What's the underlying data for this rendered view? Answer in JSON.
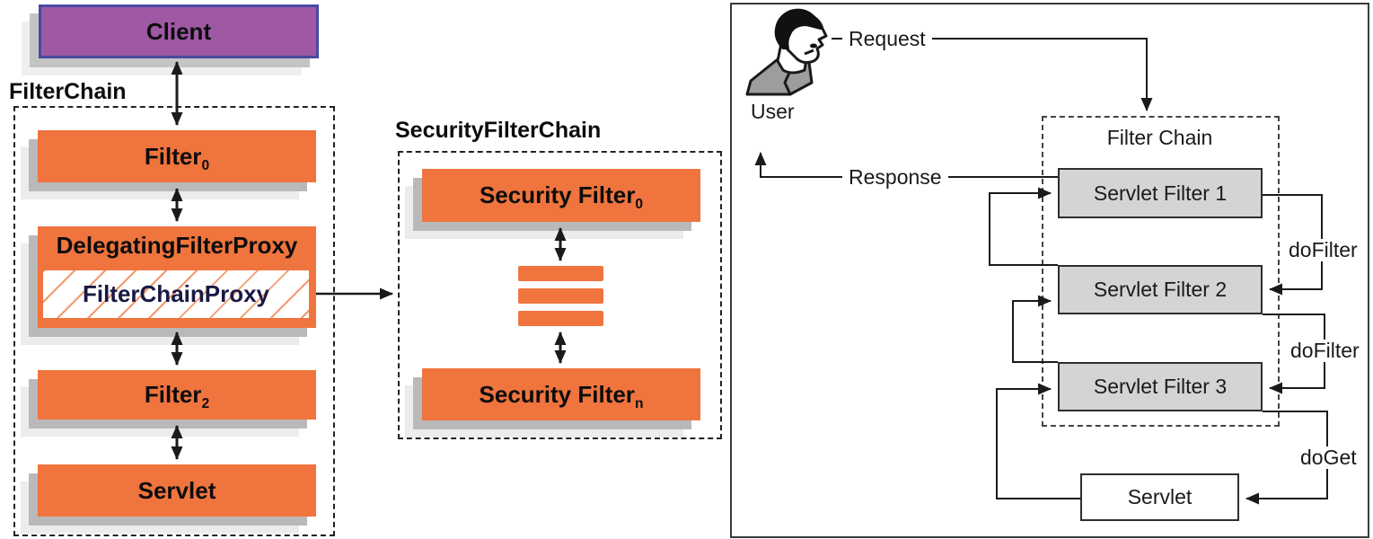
{
  "left_diagram": {
    "client_label": "Client",
    "chain_label": "FilterChain",
    "filter0": {
      "base": "Filter",
      "sub": "0"
    },
    "delegating_label": "DelegatingFilterProxy",
    "proxy_label": "FilterChainProxy",
    "filter2": {
      "base": "Filter",
      "sub": "2"
    },
    "servlet_label": "Servlet"
  },
  "middle_diagram": {
    "title": "SecurityFilterChain",
    "filter_top": {
      "base": "Security Filter",
      "sub": "0"
    },
    "filter_bottom": {
      "base": "Security Filter",
      "sub": "n"
    }
  },
  "right_diagram": {
    "user_label": "User",
    "request_label": "Request",
    "response_label": "Response",
    "chain_title": "Filter Chain",
    "filters": [
      "Servlet Filter 1",
      "Servlet Filter 2",
      "Servlet Filter 3"
    ],
    "dofilter_labels": [
      "doFilter",
      "doFilter"
    ],
    "doget_label": "doGet",
    "servlet_label": "Servlet"
  },
  "colors": {
    "orange": "#f0743e",
    "purple_fill": "#9e58a4",
    "purple_border": "#4949a3",
    "gray_box_fill": "#d4d4d4",
    "shadow_gray": "#b9b9b9",
    "line_black": "#1a1a1a",
    "proxy_text_navy": "#191945"
  }
}
